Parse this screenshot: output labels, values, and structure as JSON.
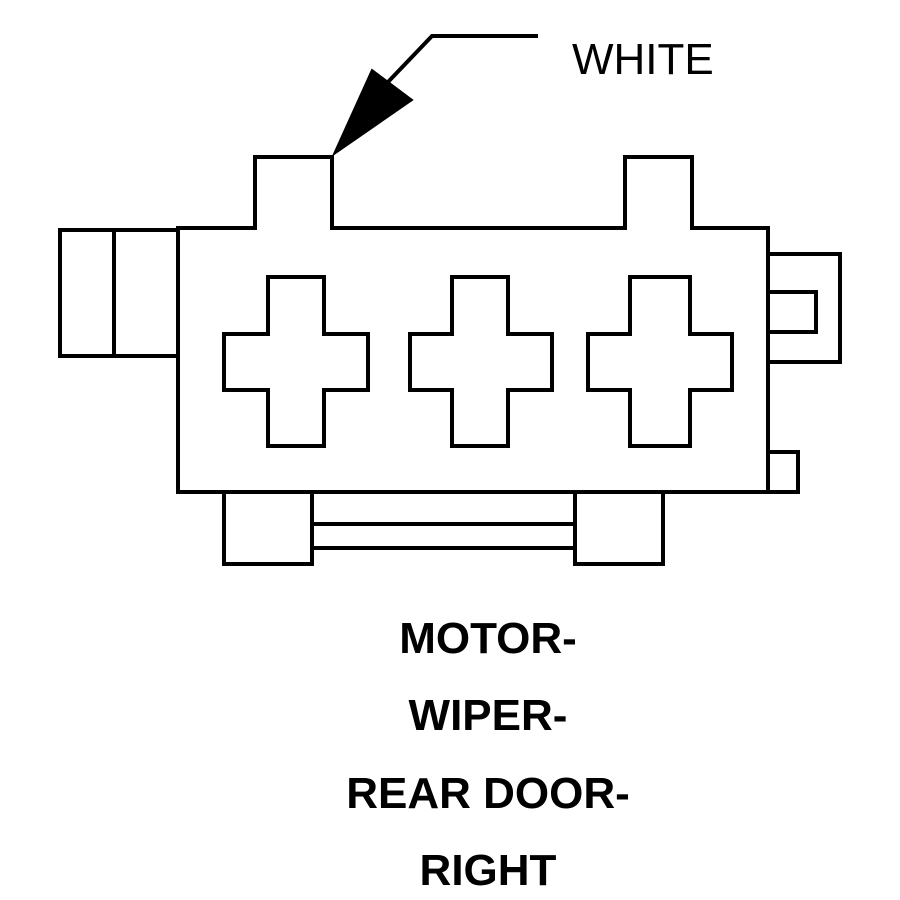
{
  "callout": {
    "label": "WHITE"
  },
  "caption": {
    "lines": [
      "MOTOR-",
      "WIPER-",
      "REAR DOOR-",
      "RIGHT"
    ]
  },
  "connector": {
    "color": "WHITE",
    "cavity_count": 3
  }
}
